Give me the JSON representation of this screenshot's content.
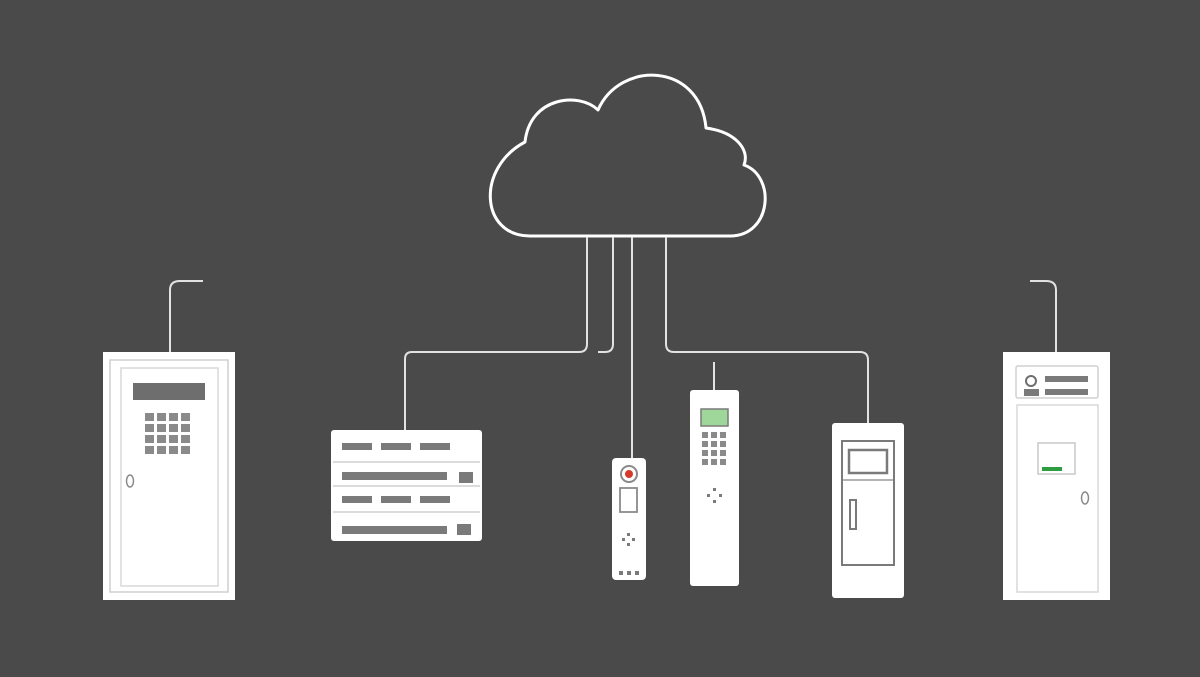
{
  "scene": {
    "background_color": "#4a4a4a",
    "line_color": "#e2e2e2",
    "device_color": "#ffffff",
    "detail_color": "#7a7a7a",
    "status_green": "#2e9d3f",
    "screen_green": "#9fd69a",
    "alert_red": "#d63a2a"
  },
  "cloud": {
    "icon": "cloud-icon",
    "connection_count": 4
  },
  "devices": [
    {
      "name": "door-access-panel",
      "icon": "keypad-cabinet-icon",
      "connected_to_cloud": false,
      "antenna": true
    },
    {
      "name": "rack-server",
      "icon": "server-rack-icon",
      "connected_to_cloud": true
    },
    {
      "name": "remote-control",
      "icon": "remote-control-icon",
      "connected_to_cloud": true,
      "indicator": "red"
    },
    {
      "name": "handheld-terminal",
      "icon": "keypad-phone-icon",
      "connected_to_cloud": true,
      "antenna": true,
      "screen": "green"
    },
    {
      "name": "vending-kiosk",
      "icon": "kiosk-icon",
      "connected_to_cloud": true
    },
    {
      "name": "server-cabinet",
      "icon": "server-cabinet-icon",
      "connected_to_cloud": false,
      "antenna": true,
      "indicator": "green"
    }
  ]
}
